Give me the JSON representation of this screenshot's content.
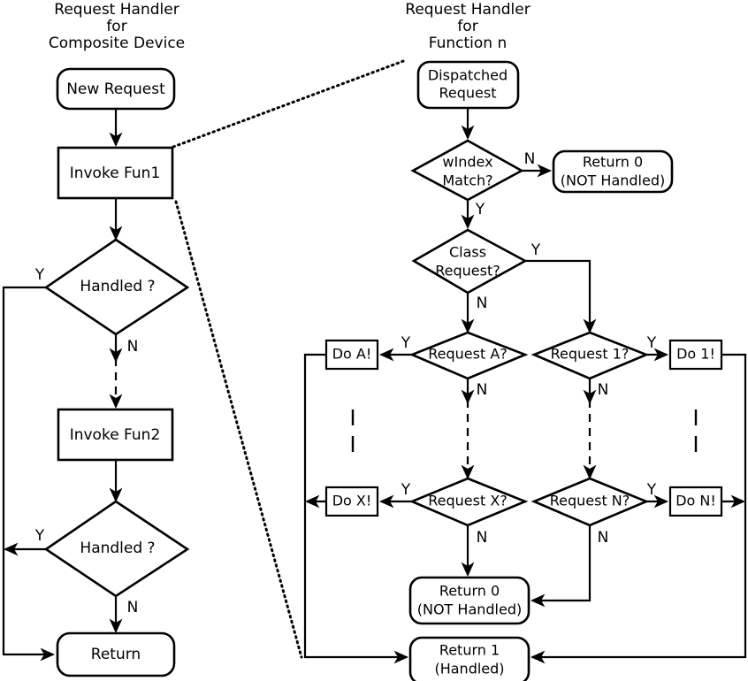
{
  "diagram": {
    "type": "flowchart",
    "title_left": {
      "line1": "Request Handler",
      "line2": "for",
      "line3": "Composite Device"
    },
    "title_right": {
      "line1": "Request Handler",
      "line2": "for",
      "line3": "Function n"
    },
    "left_panel": {
      "nodes": {
        "new_request": "New Request",
        "invoke_fun1": "Invoke Fun1",
        "handled_1": "Handled ?",
        "invoke_fun2": "Invoke Fun2",
        "handled_2": "Handled ?",
        "return": "Return"
      },
      "edge_labels": {
        "handled1_yes": "Y",
        "handled1_no": "N",
        "handled2_yes": "Y",
        "handled2_no": "N"
      }
    },
    "right_panel": {
      "nodes": {
        "dispatched_request_l1": "Dispatched",
        "dispatched_request_l2": "Request",
        "windex_match_l1": "wIndex",
        "windex_match_l2": "Match?",
        "return0_top_l1": "Return 0",
        "return0_top_l2": "(NOT Handled)",
        "class_request_l1": "Class",
        "class_request_l2": "Request?",
        "request_a": "Request A?",
        "request_1": "Request 1?",
        "request_x": "Request X?",
        "request_n": "Request N?",
        "do_a": "Do A!",
        "do_1": "Do 1!",
        "do_x": "Do X!",
        "do_n": "Do N!",
        "return0_bottom_l1": "Return 0",
        "return0_bottom_l2": "(NOT Handled)",
        "return1_l1": "Return 1",
        "return1_l2": "(Handled)"
      },
      "edge_labels": {
        "windex_no": "N",
        "windex_yes": "Y",
        "class_yes": "Y",
        "class_no": "N",
        "request_a_yes": "Y",
        "request_a_no": "N",
        "request_1_yes": "Y",
        "request_1_no": "N",
        "request_x_yes": "Y",
        "request_x_no": "N",
        "request_n_yes": "Y",
        "request_n_no": "N"
      }
    },
    "colors": {
      "stroke": "#000000",
      "fill": "#ffffff",
      "background": "#ffffff"
    }
  }
}
